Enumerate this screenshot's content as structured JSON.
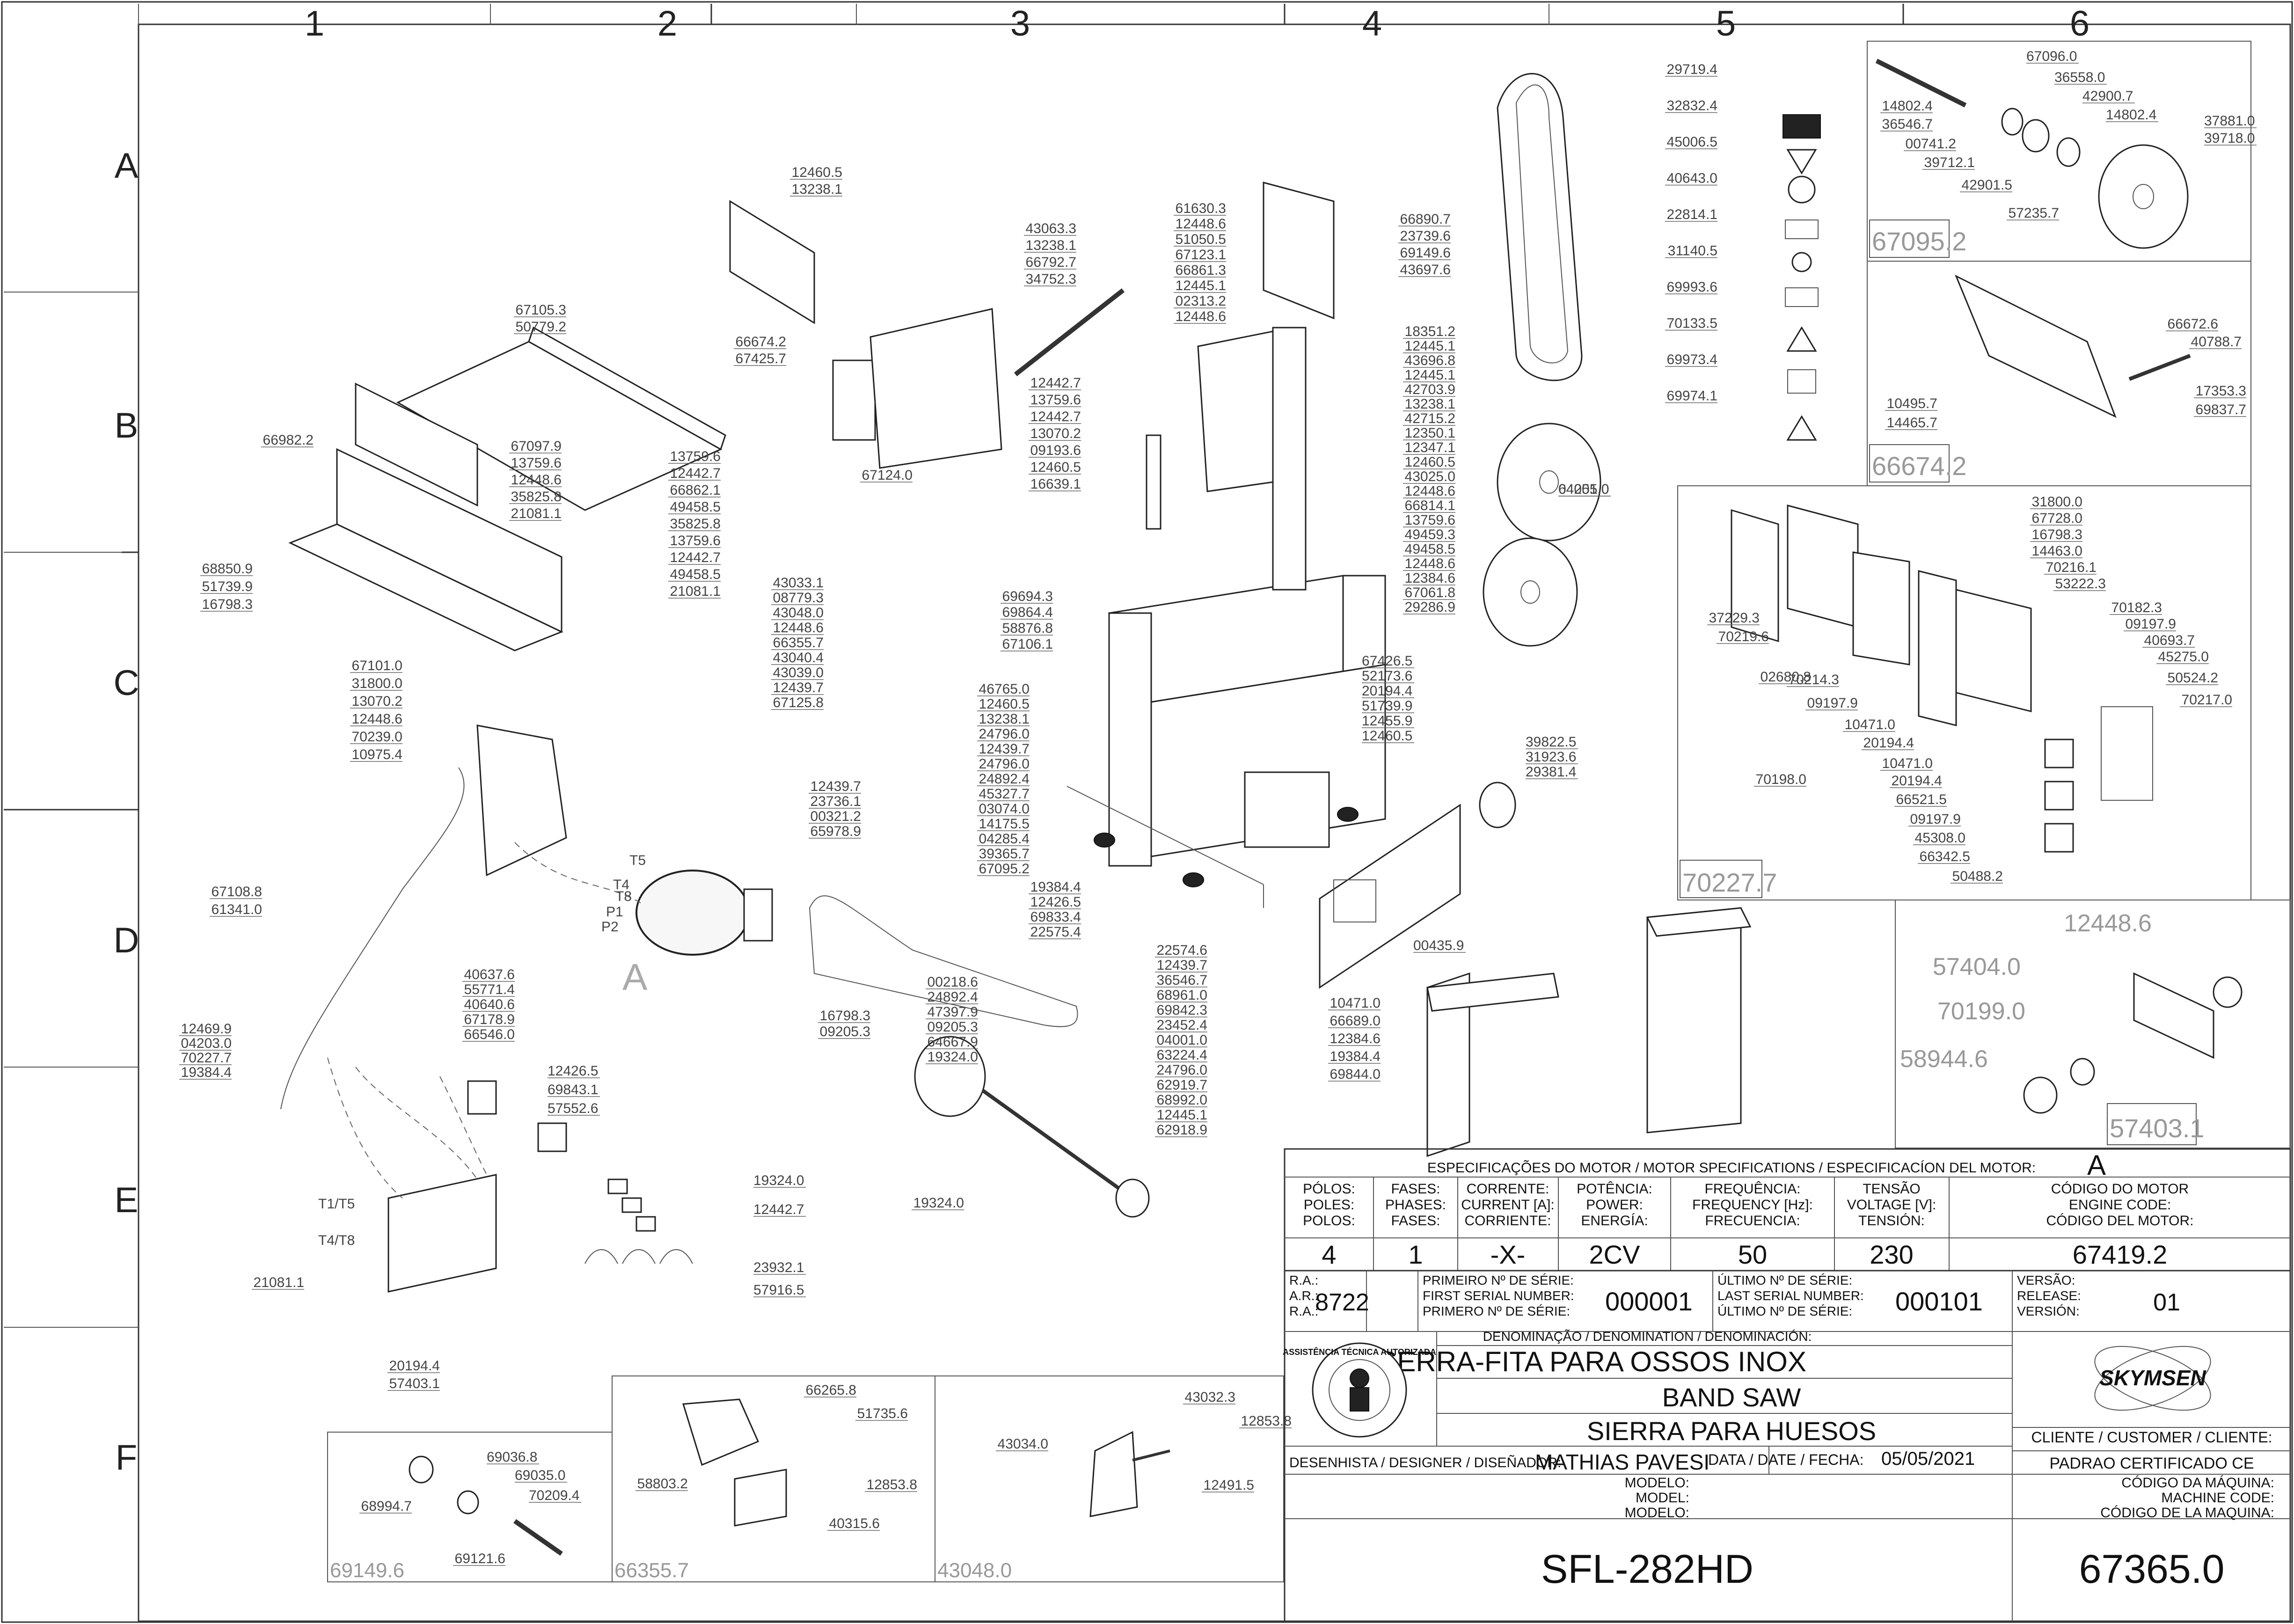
{
  "grid": {
    "columns": [
      "1",
      "2",
      "3",
      "4",
      "5",
      "6"
    ],
    "rows": [
      "A",
      "B",
      "C",
      "D",
      "E",
      "F"
    ]
  },
  "detail_views": [
    {
      "code": "67095.2"
    },
    {
      "code": "66674.2"
    },
    {
      "code": "70227.7"
    },
    {
      "code": "57403.1"
    },
    {
      "code": "69149.6"
    },
    {
      "code": "66355.7"
    },
    {
      "code": "43048.0"
    }
  ],
  "view_marker": "A",
  "part_labels": {
    "main": [
      "12460.5",
      "13238.1",
      "67105.3",
      "50779.2",
      "66674.2",
      "67425.7",
      "66982.2",
      "67097.9",
      "13759.6",
      "12448.6",
      "35825.8",
      "21081.1",
      "13759.6",
      "12442.7",
      "66862.1",
      "49458.5",
      "35825.8",
      "13759.6",
      "12442.7",
      "49458.5",
      "21081.1",
      "68850.9",
      "51739.9",
      "16798.3",
      "67101.0",
      "31800.0",
      "13070.2",
      "12448.6",
      "70239.0",
      "10975.4",
      "43063.3",
      "13238.1",
      "66792.7",
      "34752.3",
      "67124.0",
      "12442.7",
      "13759.6",
      "12442.7",
      "13070.2",
      "09193.6",
      "12460.5",
      "16639.1",
      "61630.3",
      "12448.6",
      "51050.5",
      "67123.1",
      "66861.3",
      "12445.1",
      "02313.2",
      "12448.6",
      "43033.1",
      "08779.3",
      "43048.0",
      "12448.6",
      "66355.7",
      "43040.4",
      "43039.0",
      "12439.7",
      "67125.8",
      "69694.3",
      "69864.4",
      "58876.8",
      "67106.1",
      "66890.7",
      "23739.6",
      "69149.6",
      "43697.6",
      "18351.2",
      "12445.1",
      "43696.8",
      "12445.1",
      "42703.9",
      "13238.1",
      "42715.2",
      "12350.1",
      "12347.1",
      "12460.5",
      "43025.0",
      "12448.6",
      "66814.1",
      "13759.6",
      "49459.3",
      "49458.5",
      "12448.6",
      "12384.6",
      "67061.8",
      "29286.9",
      "46765.0",
      "12460.5",
      "13238.1",
      "24796.0",
      "12439.7",
      "24796.0",
      "24892.4",
      "45327.7",
      "03074.0",
      "14175.5",
      "04285.4",
      "39365.7",
      "67095.2",
      "67426.5",
      "52173.6",
      "20194.4",
      "51739.9",
      "12455.9",
      "12460.5",
      "04001.0",
      "64255.0",
      "39822.5",
      "31923.6",
      "29381.4",
      "12439.7",
      "23736.1",
      "00321.2",
      "65978.9",
      "67108.8",
      "61341.0",
      "19384.4",
      "12426.5",
      "69833.4",
      "22575.4",
      "22574.6",
      "12439.7",
      "36546.7",
      "68961.0",
      "69842.3",
      "23452.4",
      "04001.0",
      "63224.4",
      "24796.0",
      "62919.7",
      "68992.0",
      "12445.1",
      "62918.9",
      "00435.9",
      "00218.6",
      "24892.4",
      "47397.9",
      "09205.3",
      "64667.9",
      "19324.0",
      "16798.3",
      "09205.3",
      "19324.0",
      "40637.6",
      "55771.4",
      "40640.6",
      "67178.9",
      "66546.0",
      "12469.9",
      "04203.0",
      "70227.7",
      "19384.4",
      "12426.5",
      "69843.1",
      "57552.6",
      "19324.0",
      "12442.7",
      "23932.1",
      "57916.5",
      "21081.1",
      "20194.4",
      "57403.1",
      "10471.0",
      "66689.0",
      "12384.6",
      "19384.4",
      "69844.0"
    ],
    "wire_tags": [
      "T5",
      "T4",
      "T8",
      "P1",
      "P2",
      "T1/T5",
      "T4/T8"
    ],
    "decals": [
      "29719.4",
      "32832.4",
      "45006.5",
      "40643.0",
      "22814.1",
      "31140.5",
      "69993.6",
      "70133.5",
      "69973.4",
      "69974.1"
    ],
    "detail_67095": [
      "67096.0",
      "36558.0",
      "42900.7",
      "14802.4",
      "14802.4",
      "36546.7",
      "00741.2",
      "39712.1",
      "42901.5",
      "37881.0",
      "39718.0",
      "57235.7"
    ],
    "detail_66674": [
      "66672.6",
      "40788.7",
      "17353.3",
      "69837.7",
      "10495.7",
      "14465.7"
    ],
    "detail_70227": [
      "31800.0",
      "67728.0",
      "16798.3",
      "14463.0",
      "70216.1",
      "53222.3",
      "70182.3",
      "09197.9",
      "40693.7",
      "45275.0",
      "50524.2",
      "70217.0",
      "37229.3",
      "70219.6",
      "02680.8",
      "70214.3",
      "09197.9",
      "10471.0",
      "20194.4",
      "10471.0",
      "20194.4",
      "66521.5",
      "09197.9",
      "45308.0",
      "66342.5",
      "50488.2",
      "70198.0"
    ],
    "detail_57403": [
      "12448.6",
      "57404.0",
      "70199.0",
      "58944.6"
    ],
    "detail_69149": [
      "69036.8",
      "69035.0",
      "68994.7",
      "70209.4",
      "69121.6"
    ],
    "detail_66355": [
      "66265.8",
      "51735.6",
      "58803.2",
      "12853.8",
      "40315.6"
    ],
    "detail_43048": [
      "43032.3",
      "12853.8",
      "43034.0",
      "12491.5"
    ]
  },
  "motor_spec": {
    "header": "ESPECIFICAÇÕES DO MOTOR / MOTOR SPECIFICATIONS / ESPECIFICACÍON DEL MOTOR:",
    "header_code": "A",
    "columns": [
      {
        "label": [
          "PÓLOS:",
          "POLES:",
          "POLOS:"
        ],
        "value": "4"
      },
      {
        "label": [
          "FASES:",
          "PHASES:",
          "FASES:"
        ],
        "value": "1"
      },
      {
        "label": [
          "CORRENTE:",
          "CURRENT [A]:",
          "CORRIENTE:"
        ],
        "value": "-X-"
      },
      {
        "label": [
          "POTÊNCIA:",
          "POWER:",
          "ENERGÍA:"
        ],
        "value": "2CV"
      },
      {
        "label": [
          "FREQUÊNCIA:",
          "FREQUENCY [Hz]:",
          "FRECUENCIA:"
        ],
        "value": "50"
      },
      {
        "label": [
          "TENSÃO",
          "VOLTAGE [V]:",
          "TENSIÓN:"
        ],
        "value": "230"
      },
      {
        "label": [
          "CÓDIGO DO MOTOR",
          "ENGINE CODE:",
          "CÓDIGO DEL MOTOR:"
        ],
        "value": "67419.2"
      }
    ]
  },
  "title_block": {
    "ra_labels": [
      "R.A.:",
      "A.R.:",
      "R.A.:"
    ],
    "ra_value": "8722",
    "first_serial_labels": [
      "PRIMEIRO Nº DE SÉRIE:",
      "FIRST SERIAL NUMBER:",
      "PRIMERO Nº DE SÉRIE:"
    ],
    "first_serial": "000001",
    "last_serial_labels": [
      "ÚLTIMO Nº DE SÉRIE:",
      "LAST SERIAL NUMBER:",
      "ÚLTIMO Nº DE SÉRIE:"
    ],
    "last_serial": "000101",
    "version_labels": [
      "VERSÃO:",
      "RELEASE:",
      "VERSIÓN:"
    ],
    "version": "01",
    "denomination_label": "DENOMINAÇÃO / DENOMINATION / DENOMINACIÓN:",
    "names": [
      "SERRA-FITA PARA OSSOS INOX",
      "BAND SAW",
      "SIERRA PARA HUESOS"
    ],
    "brand": "SKYMSEN",
    "seal_text": "ASSISTÊNCIA TÉCNICA AUTORIZADA",
    "designer_label": "DESENHISTA / DESIGNER / DISEÑADOR:",
    "designer": "MATHIAS PAVESI",
    "date_label": "DATA / DATE / FECHA:",
    "date": "05/05/2021",
    "customer_label": "CLIENTE / CUSTOMER / CLIENTE:",
    "customer": "PADRAO CERTIFICADO CE",
    "model_labels": [
      "MODELO:",
      "MODEL:",
      "MODELO:"
    ],
    "model": "SFL-282HD",
    "machine_code_labels": [
      "CÓDIGO DA MÁQUINA:",
      "MACHINE CODE:",
      "CÓDIGO DE LA MAQUINA:"
    ],
    "machine_code": "67365.0"
  }
}
